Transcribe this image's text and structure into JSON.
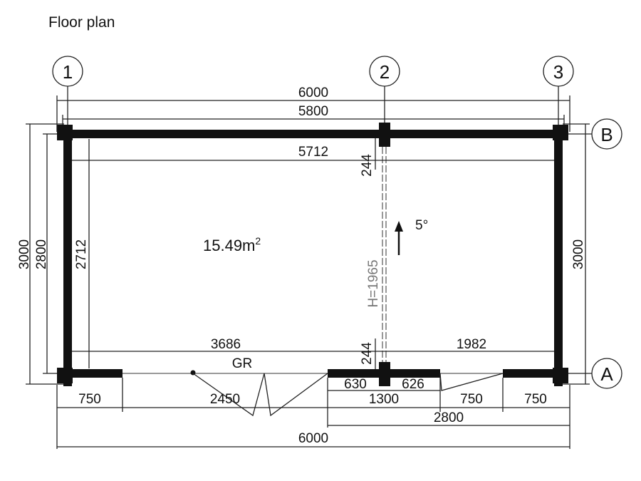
{
  "title": "Floor plan",
  "axes": {
    "col1": "1",
    "col2": "2",
    "col3": "3",
    "rowB": "B",
    "rowA": "A"
  },
  "dimensions": {
    "top_outer": "6000",
    "top_inner": "5800",
    "top_interior": "5712",
    "partition_gap_top": "244",
    "partition_gap_bottom": "244",
    "left_outer": "3000",
    "left_inner": "2800",
    "left_interior": "2712",
    "right_outer": "3000",
    "bottom_left_room": "3686",
    "bottom_right_room": "1982",
    "bottom_seg_1": "750",
    "bottom_seg_2": "2450",
    "bottom_seg_3": "1300",
    "bottom_seg_4": "750",
    "bottom_seg_5": "750",
    "bottom_small_1": "630",
    "bottom_small_2": "626",
    "bottom_sub_total": "2800",
    "bottom_total": "6000"
  },
  "room_area": "15.49m",
  "room_area_sup": "2",
  "roof_slope": "5°",
  "partition_height": "H=1965",
  "door_label": "GR"
}
